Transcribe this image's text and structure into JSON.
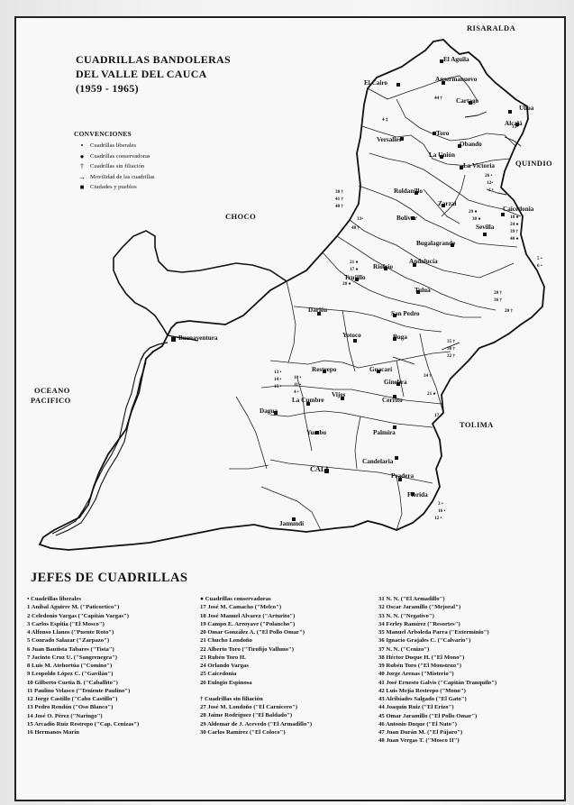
{
  "title": {
    "line1": "CUADRILLAS BANDOLERAS",
    "line2": "DEL VALLE DEL CAUCA",
    "line3": "(1959 - 1965)"
  },
  "legend": {
    "heading": "CONVENCIONES",
    "items": [
      {
        "symbol": "•",
        "label": "Cuadrillas liberales"
      },
      {
        "symbol": "●",
        "label": "Cuadrillas conservadoras"
      },
      {
        "symbol": "†",
        "label": "Cuadrillas sin filiación"
      },
      {
        "symbol": "→",
        "label": "Movilidad de las cuadrillas"
      },
      {
        "symbol": "■",
        "label": "Ciudades y pueblos"
      }
    ]
  },
  "regions": {
    "risaralda": "RISARALDA",
    "quindio": "QUINDIO",
    "choco": "CHOCO",
    "oceano1": "OCEANO",
    "oceano2": "PACIFICO",
    "tolima": "TOLIMA"
  },
  "towns": {
    "el_aguila": "El Aguila",
    "el_cairo": "El Cairo",
    "ansermanuevo": "Ansermanuevo",
    "cartago": "Cartago",
    "ulloa": "Ulloa",
    "alcala": "Alcalá",
    "versalles": "Versalles",
    "toro": "Toro",
    "obando": "Obando",
    "la_union": "La Unión",
    "la_victoria": "La Victoria",
    "roldanillo": "Roldanillo",
    "zarzal": "Zarzal",
    "caicedonia": "Caicedonia",
    "bolivar": "Bolívar",
    "sevilla": "Sevilla",
    "bugalagrande": "Bugalagrande",
    "trujillo": "Trujillo",
    "riofrio": "Riofrío",
    "andalucia": "Andalucía",
    "tulua": "Tuluá",
    "darien": "Darién",
    "san_pedro": "San Pedro",
    "buenaventura": "Buenaventura",
    "yotoco": "Yotoco",
    "buga": "Buga",
    "restrepo": "Restrepo",
    "guacari": "Guacarí",
    "ginebra": "Ginebra",
    "la_cumbre": "La Cumbre",
    "vijes": "Vijes",
    "cerrito": "Cerrito",
    "dagua": "Dagua",
    "yumbo": "Yumbo",
    "palmira": "Palmira",
    "cali": "CALI",
    "candelaria": "Candelaria",
    "pradera": "Pradera",
    "florida": "Florida",
    "jamundi": "Jamundí"
  },
  "roster": {
    "heading": "JEFES DE CUADRILLAS",
    "liberales_heading": "• Cuadrillas liberales",
    "conservadoras_heading": "● Cuadrillas conservadoras",
    "sin_filiacion_heading": "† Cuadrillas sin filiación",
    "col1": [
      "1 Aníbal Aguirre M. (\"Paticortico\")",
      "2 Celedonio Vargas (\"Capitán Vargas\")",
      "3 Carlos Espitia (\"El Mosco\")",
      "4 Alfonso Llanos (\"Puente Roto\")",
      "5 Conrado Salazar (\"Zarpazo\")",
      "6 Juan Bautista Tabares (\"Tista\")",
      "7 Jacinto Cruz U. (\"Sangrenegra\")",
      "8 Luis M. Atehortúa (\"Comino\")",
      "9 Leopoldo López C. (\"Gavilán\")",
      "10 Gilberto Cuetia B. (\"Caballito\")",
      "11 Paulino Velasco (\"Teniente Paulino\")",
      "12 Jorge Castillo (\"Cabo Castillo\")",
      "13 Pedro Rendón (\"Oso Blanco\")",
      "14 José O. Pérez (\"Naringo\")",
      "15 Arcadio Ruiz Restrepo (\"Cap. Cenizas\")",
      "16 Hermanos Marín"
    ],
    "col2a": [
      "17 José M. Camacho (\"Melco\")",
      "18 José Manuel Alvarez (\"Arturito\")",
      "19 Campo E. Arroyave (\"Polancho\")",
      "20 Omar González A. (\"El Pollo Omar\")",
      "21 Chucho Londoño",
      "22 Alberto Toro (\"Tirofijo Valluno\")",
      "23 Rubén Toro H.",
      "24 Orlando Vargas",
      "25 Caicedonia",
      "26 Eulogio Espinosa"
    ],
    "col2b": [
      "27 José M. Londoño (\"El Carnicero\")",
      "28 Jaime Rodríguez (\"El Baldado\")",
      "29 Aldemar de J. Acevedo (\"El Armadillo\")",
      "30 Carlos Ramírez (\"El Coloco\")"
    ],
    "col3": [
      "31 N. N. (\"El Armadillo\")",
      "32 Oscar Jaramillo (\"Mejoral\")",
      "33 N. N. (\"Negativo\")",
      "34 Ferley Ramírez (\"Resortes\")",
      "35 Manuel Arboleda Parra (\"Exterminio\")",
      "36 Ignacio Grajales C. (\"Calvario\")",
      "37 N. N. (\"Cenizo\")",
      "38 Héctor Duque H. (\"El Mono\")",
      "39 Rubén Toro (\"El Monstruo\")",
      "40 Jorge Arenas (\"Misterio\")",
      "41 José Ernesto Galvis (\"Capitán Tranquilo\")",
      "42 Luis Mejía Restrepo (\"Mono\")",
      "43 Alcibíades Salgado (\"El Gato\")",
      "44 Joaquín Ruiz (\"El Erizo\")",
      "45 Omar Jaramillo (\"El Pollo Omar\")",
      "46 Antonio Duque (\"El Nato\")",
      "47 Juan Durán M. (\"El Pájaro\")",
      "48 Juan Vergas T. (\"Mosco II\")"
    ]
  },
  "colors": {
    "ink": "#111111",
    "paper": "#f8f8f8"
  }
}
